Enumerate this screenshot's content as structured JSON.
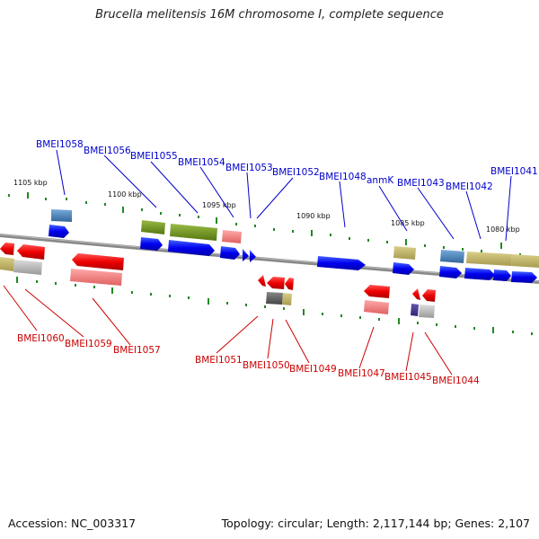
{
  "title": "Brucella melitensis 16M chromosome I, complete sequence",
  "footer": {
    "accession": "Accession: NC_003317",
    "summary": "Topology: circular; Length: 2,117,144 bp; Genes: 2,107"
  },
  "ruler": [
    "1105 kbp",
    "1100 kbp",
    "1095 kbp",
    "1090 kbp",
    "1085 kbp",
    "1080 kbp"
  ],
  "genes_plus": [
    "BMEI1058",
    "BMEI1056",
    "BMEI1055",
    "BMEI1054",
    "BMEI1053",
    "BMEI1052",
    "BMEI1048",
    "anmK",
    "BMEI1043",
    "BMEI1042",
    "BMEI1041"
  ],
  "genes_minus": [
    "BMEI1060",
    "BMEI1059",
    "BMEI1057",
    "BMEI1051",
    "BMEI1050",
    "BMEI1049",
    "BMEI1047",
    "BMEI1045",
    "BMEI1044"
  ],
  "colors": {
    "plus_label": "#0000cc",
    "minus_label": "#cc0000",
    "forward_arrow": "#0000ee",
    "reverse_arrow": "#ee0000",
    "backbone": "#888888",
    "ticks": "#228822"
  }
}
